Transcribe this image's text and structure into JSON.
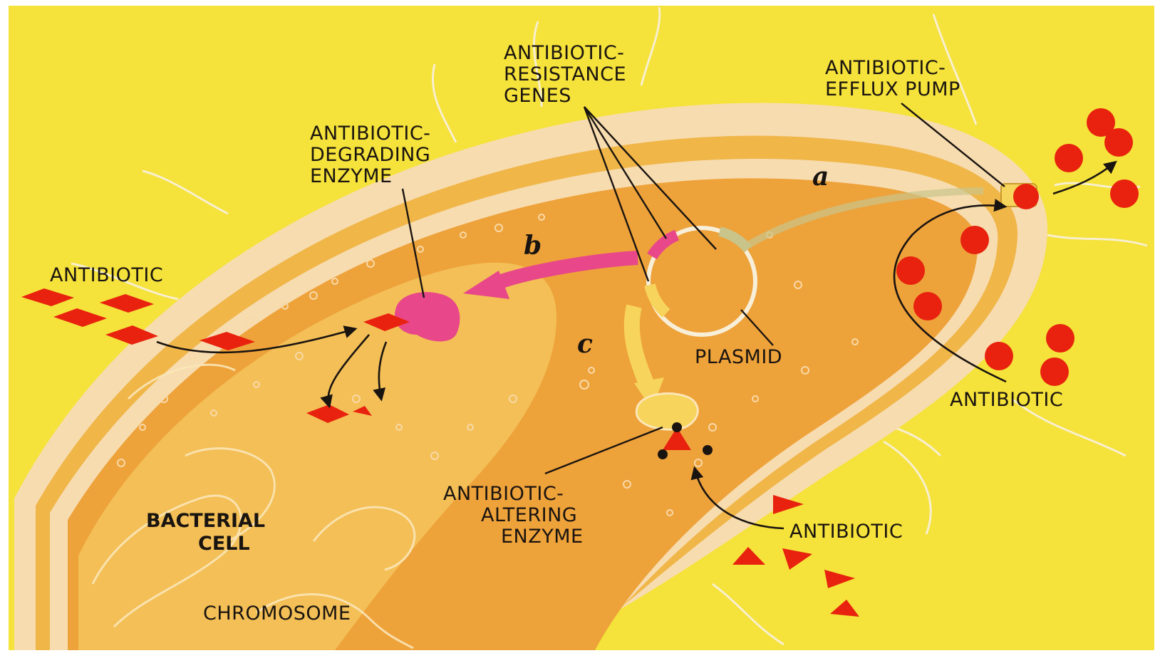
{
  "labels": {
    "resistance_genes": [
      "ANTIBIOTIC-",
      "RESISTANCE",
      "GENES"
    ],
    "efflux_pump": [
      "ANTIBIOTIC-",
      "EFFLUX PUMP"
    ],
    "degrading_enzyme": [
      "ANTIBIOTIC-",
      "DEGRADING",
      "ENZYME"
    ],
    "antibiotic_left": "ANTIBIOTIC",
    "antibiotic_right": "ANTIBIOTIC",
    "antibiotic_bottom": "ANTIBIOTIC",
    "plasmid": "PLASMID",
    "altering_enzyme": [
      "ANTIBIOTIC-",
      "ALTERING",
      "ENZYME"
    ],
    "bacterial_cell": [
      "BACTERIAL",
      "CELL"
    ],
    "chromosome": "CHROMOSOME",
    "pathway_a": "a",
    "pathway_b": "b",
    "pathway_c": "c"
  },
  "colors": {
    "background": "#f5e23a",
    "membrane": "#f7dcb0",
    "cytoplasm": "#eea23a",
    "cytoplasm_inner": "#f0b648",
    "enzyme_pink": "#e8478a",
    "antibiotic_red": "#e8220e",
    "altering_enzyme": "#f7d45c"
  }
}
